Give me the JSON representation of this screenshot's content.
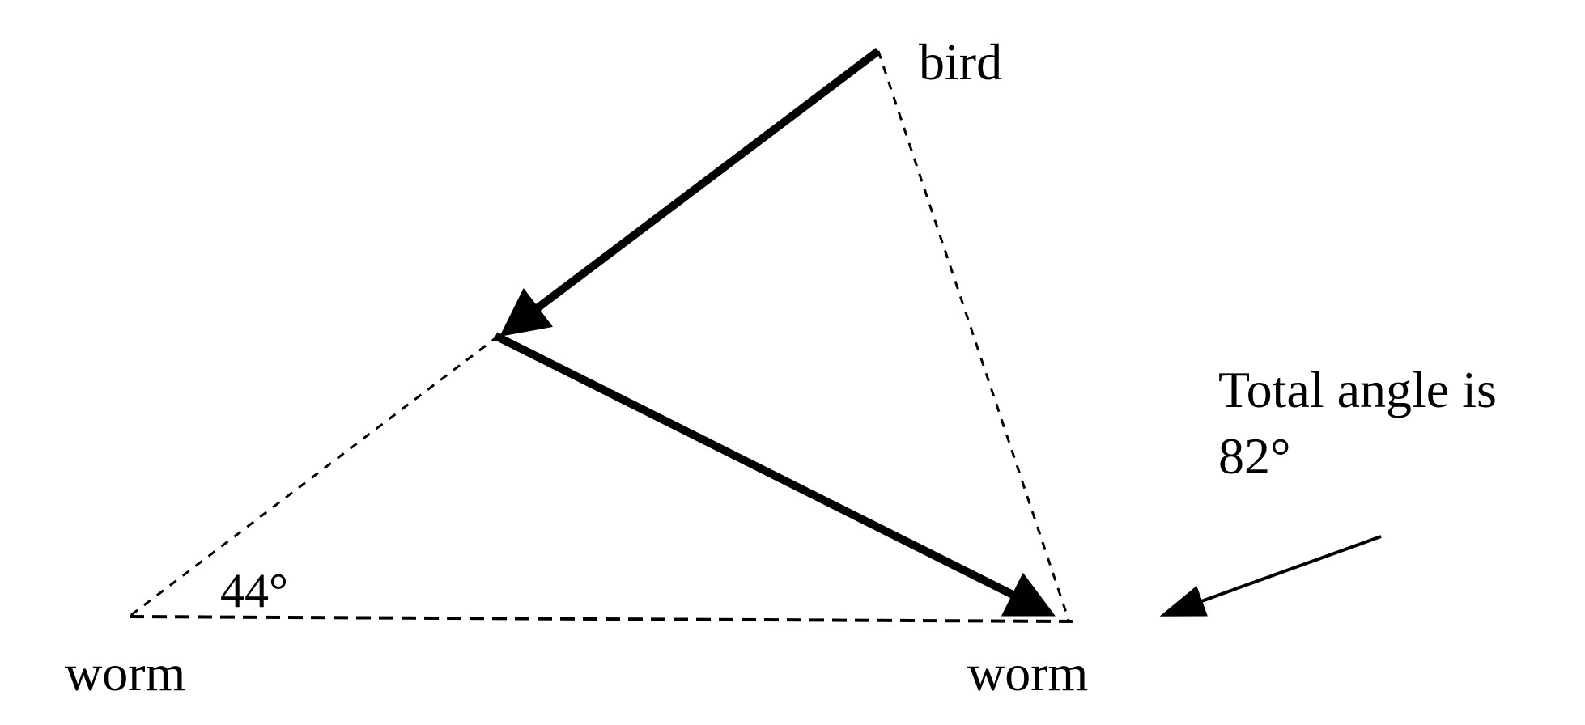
{
  "labels": {
    "bird": "bird",
    "worm_left": "worm",
    "worm_right": "worm",
    "angle": "44°",
    "total_line1": "Total angle is",
    "total_line2": "82°"
  },
  "colors": {
    "ink": "#000000",
    "background": "#ffffff"
  }
}
